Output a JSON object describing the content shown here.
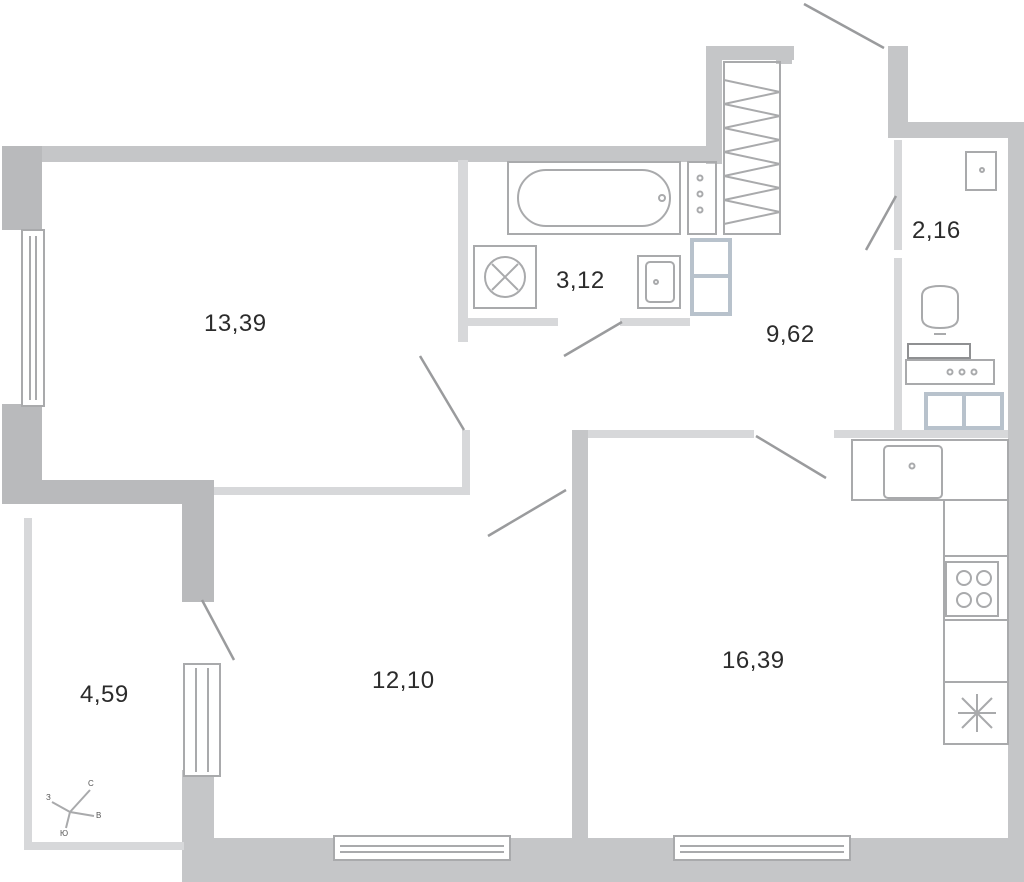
{
  "rooms": [
    {
      "id": "room-1",
      "area": "13,39"
    },
    {
      "id": "room-2",
      "area": "3,12"
    },
    {
      "id": "room-3",
      "area": "9,62"
    },
    {
      "id": "room-4",
      "area": "2,16"
    },
    {
      "id": "room-5",
      "area": "12,10"
    },
    {
      "id": "room-6",
      "area": "16,39"
    },
    {
      "id": "room-7",
      "area": "4,59"
    }
  ],
  "compass": {
    "north": "С",
    "east": "В",
    "south": "Ю",
    "west": "З"
  },
  "colors": {
    "wall": "#c5c6c8",
    "fixture": "#a9aaac",
    "text": "#2b2b2b"
  }
}
